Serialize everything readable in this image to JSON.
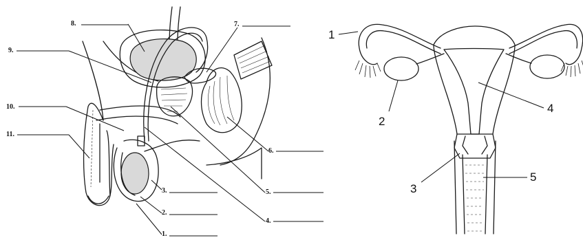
{
  "male_diagram": {
    "labels": [
      {
        "number": "1."
      },
      {
        "number": "2."
      },
      {
        "number": "3."
      },
      {
        "number": "4."
      },
      {
        "number": "5."
      },
      {
        "number": "6."
      },
      {
        "number": "7."
      },
      {
        "number": "8."
      },
      {
        "number": "9."
      },
      {
        "number": "10."
      },
      {
        "number": "11."
      }
    ]
  },
  "female_diagram": {
    "labels": [
      {
        "number": "1"
      },
      {
        "number": "2"
      },
      {
        "number": "3"
      },
      {
        "number": "4"
      },
      {
        "number": "5"
      }
    ]
  }
}
